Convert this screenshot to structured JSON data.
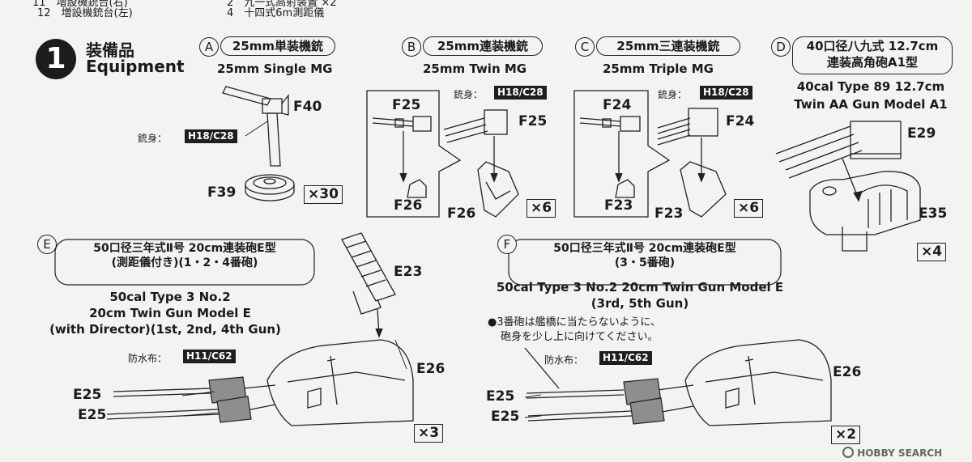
{
  "header": {
    "row1_left": "11　増設機銃台(右)",
    "row1_right": "2　九一式高射装置 ×2",
    "row2_left": "12　増設機銃台(左)",
    "row2_right": "4　十四式6m測距儀"
  },
  "step": {
    "number": "1",
    "title_jp": "装備品",
    "title_en": "Equipment"
  },
  "sections": {
    "A": {
      "letter": "A",
      "jp": "25mm単装機銃",
      "en": "25mm Single MG",
      "tag_label": "銃身：",
      "tag": "H18/C28",
      "parts": [
        "F40",
        "F39"
      ],
      "qty": "×30"
    },
    "B": {
      "letter": "B",
      "jp": "25mm連装機銃",
      "en": "25mm Twin MG",
      "tag_label": "銃身：",
      "tag": "H18/C28",
      "parts": [
        "F25",
        "F26",
        "F25",
        "F26"
      ],
      "qty": "×6"
    },
    "C": {
      "letter": "C",
      "jp": "25mm三連装機銃",
      "en": "25mm Triple MG",
      "tag_label": "銃身：",
      "tag": "H18/C28",
      "parts": [
        "F24",
        "F23",
        "F24",
        "F23"
      ],
      "qty": "×6"
    },
    "D": {
      "letter": "D",
      "jp_line1": "40口径八九式 12.7cm",
      "jp_line2": "連装高角砲A1型",
      "en_line1": "40cal Type 89 12.7cm",
      "en_line2": "Twin AA Gun Model A1",
      "parts": [
        "E29",
        "E35"
      ],
      "qty": "×4"
    },
    "E": {
      "letter": "E",
      "jp_line1": "50口径三年式Ⅱ号 20cm連装砲E型",
      "jp_line2": "(測距儀付き)(1・2・4番砲)",
      "en_line1": "50cal Type 3 No.2",
      "en_line2": "20cm Twin Gun Model E",
      "en_line3": "(with Director)(1st, 2nd, 4th Gun)",
      "tag_label": "防水布：",
      "tag": "H11/C62",
      "parts": [
        "E23",
        "E26",
        "E25",
        "E25"
      ],
      "qty": "×3"
    },
    "F": {
      "letter": "F",
      "jp_line1": "50口径三年式Ⅱ号 20cm連装砲E型",
      "jp_line2": "(3・5番砲)",
      "en_line1": "50cal Type 3 No.2 20cm Twin Gun Model E",
      "en_line2": "(3rd, 5th Gun)",
      "note_line1": "●3番砲は艦橋に当たらないように、",
      "note_line2": "砲身を少し上に向けてください。",
      "tag_label": "防水布：",
      "tag": "H11/C62",
      "parts": [
        "E26",
        "E25",
        "E25"
      ],
      "qty": "×2"
    }
  },
  "watermark": {
    "text": "HOBBY SEARCH"
  }
}
